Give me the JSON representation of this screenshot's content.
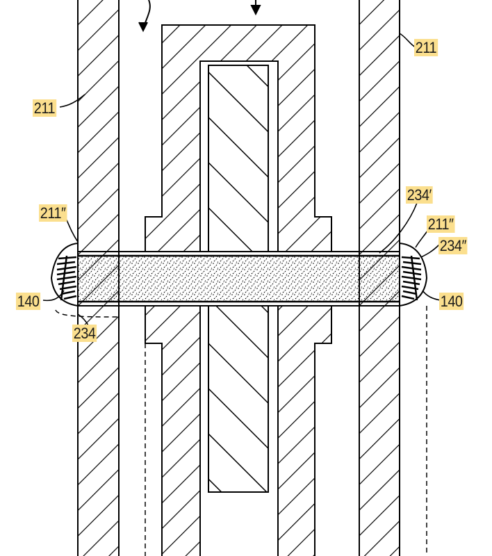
{
  "labels": {
    "wall_left": "211",
    "wall_right": "211",
    "tip_left": "211′′",
    "tip_right": "211′′",
    "sleeve_upper": "234′",
    "sleeve_right": "234′′",
    "sleeve_lower": "234",
    "band_left": "140",
    "band_right": "140"
  },
  "colors": {
    "label_highlight": "#fbdf8e",
    "line": "#000000",
    "background": "#ffffff"
  }
}
